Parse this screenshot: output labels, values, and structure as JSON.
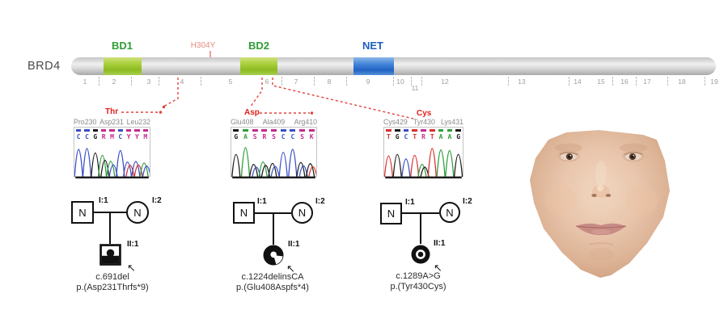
{
  "gene": {
    "name": "BRD4",
    "domains": [
      {
        "label": "BD1"
      },
      {
        "label": "BD2"
      },
      {
        "label": "NET"
      }
    ],
    "variant_annotation": "H304Y",
    "exons": [
      "1",
      "2",
      "3",
      "4",
      "5",
      "6",
      "7",
      "8",
      "9",
      "10",
      "11",
      "12",
      "13",
      "14",
      "15",
      "16",
      "17",
      "18",
      "19"
    ]
  },
  "colors": {
    "domain_green": "#8cba21",
    "domain_blue": "#2163c2",
    "annotation_red": "#e2423c",
    "h304y_salmon": "#e8897c",
    "base_A": "#2f9e3f",
    "base_C": "#3a4fc4",
    "base_G": "#1a1a1a",
    "base_T": "#d8312e",
    "base_ambiguous": "#c42b8e"
  },
  "chromatograms": [
    {
      "mutant_residue": "Thr",
      "codons": [
        "Pro230",
        "Asp231",
        "Leu232"
      ],
      "sequence": [
        "C",
        "C",
        "G",
        "R",
        "M",
        "C",
        "Y",
        "Y",
        "M"
      ],
      "peak_heights": [
        0.92,
        0.95,
        0.8,
        0.9,
        0.65,
        0.88,
        0.62,
        0.64,
        0.58
      ]
    },
    {
      "mutant_residue": "Asp",
      "codons": [
        "Glu408",
        "Ala409",
        "Arg410"
      ],
      "sequence": [
        "G",
        "A",
        "S",
        "R",
        "S",
        "C",
        "C",
        "S",
        "K"
      ],
      "peak_heights": [
        0.75,
        0.98,
        0.52,
        0.62,
        0.56,
        0.82,
        0.92,
        0.6,
        0.55
      ]
    },
    {
      "mutant_residue": "Cys",
      "codons": [
        "Cys429",
        "Tyr430",
        "Lys431"
      ],
      "sequence": [
        "T",
        "G",
        "C",
        "T",
        "R",
        "T",
        "A",
        "A",
        "G"
      ],
      "peak_heights": [
        0.7,
        0.75,
        0.6,
        0.72,
        0.52,
        0.95,
        0.9,
        0.88,
        0.75
      ]
    }
  ],
  "pedigrees": [
    {
      "father_id": "I:1",
      "father_label": "N",
      "mother_id": "I:2",
      "mother_label": "N",
      "proband_id": "II:1",
      "proband_symbol": "square-half-filled-dot",
      "mutation_c": "c.691del",
      "mutation_p": "p.(Asp231Thrfs*9)"
    },
    {
      "father_id": "I:1",
      "father_label": "N",
      "mother_id": "I:2",
      "mother_label": "N",
      "proband_id": "II:1",
      "proband_symbol": "circle-filled-wedge-dot",
      "mutation_c": "c.1224delinsCA",
      "mutation_p": "p.(Glu408Aspfs*4)"
    },
    {
      "father_id": "I:1",
      "father_label": "N",
      "mother_id": "I:2",
      "mother_label": "N",
      "proband_id": "II:1",
      "proband_symbol": "circle-filled-ring",
      "mutation_c": "c.1289A>G",
      "mutation_p": "p.(Tyr430Cys)"
    }
  ]
}
